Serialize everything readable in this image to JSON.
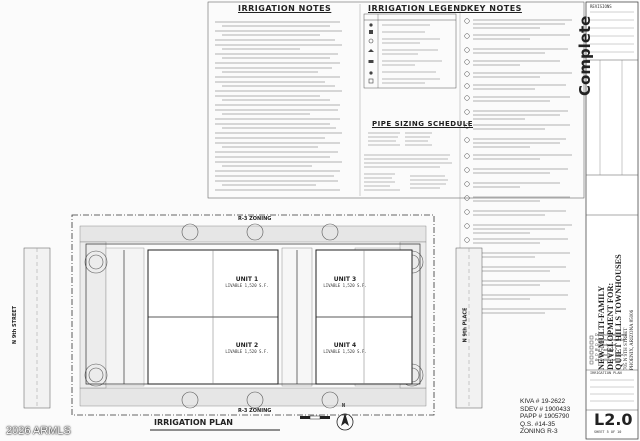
{
  "notes": {
    "irrigation_notes_title": "IRRIGATION NOTES",
    "irrigation_legend_title": "IRRIGATION LEGEND",
    "key_notes_title": "KEY NOTES",
    "pipe_sizing_title": "PIPE SIZING SCHEDULE"
  },
  "plan": {
    "title": "IRRIGATION PLAN",
    "north_label": "N",
    "zoning_top": "R-3 ZONING",
    "zoning_bottom": "R-3 ZONING",
    "street_left": "N 9th STREET",
    "street_right": "N 9th PLACE",
    "units": [
      {
        "label": "UNIT 1",
        "sub": "LIVABLE 1,520 S.F."
      },
      {
        "label": "UNIT 2",
        "sub": "LIVABLE 1,520 S.F."
      },
      {
        "label": "UNIT 3",
        "sub": "LIVABLE 1,520 S.F."
      },
      {
        "label": "UNIT 4",
        "sub": "LIVABLE 1,520 S.F."
      }
    ]
  },
  "permit": {
    "kiva": "KIVA # 19-2622",
    "sdev": "SDEV # 1900433",
    "papp": "PAPP # 1905790",
    "qs": "Q.S. #14-35",
    "zoning": "ZONING R-3"
  },
  "watermark": "2026 ARMLS",
  "title_block": {
    "firm": "Complete",
    "project_line1": "NEW MULTI-FAMILY",
    "project_line2": "DEVELOPMENT FOR:",
    "project_line3": "QUIET HILLS TOWNHOUSES",
    "project_line4": "705 N 9TH STREET",
    "project_line5": "PHOENIX, ARIZONA 85006",
    "revisions_label": "REVISIONS",
    "sheet_title": "IRRIGATION PLAN",
    "sheet_number": "L2.0",
    "sheet_of": "SHEET 5 OF 10",
    "checklist": [
      "Design Development",
      "Progress Check Set",
      "City Submittal",
      "Bid Package",
      "Construction Issue",
      "As-Built Drawings"
    ]
  }
}
